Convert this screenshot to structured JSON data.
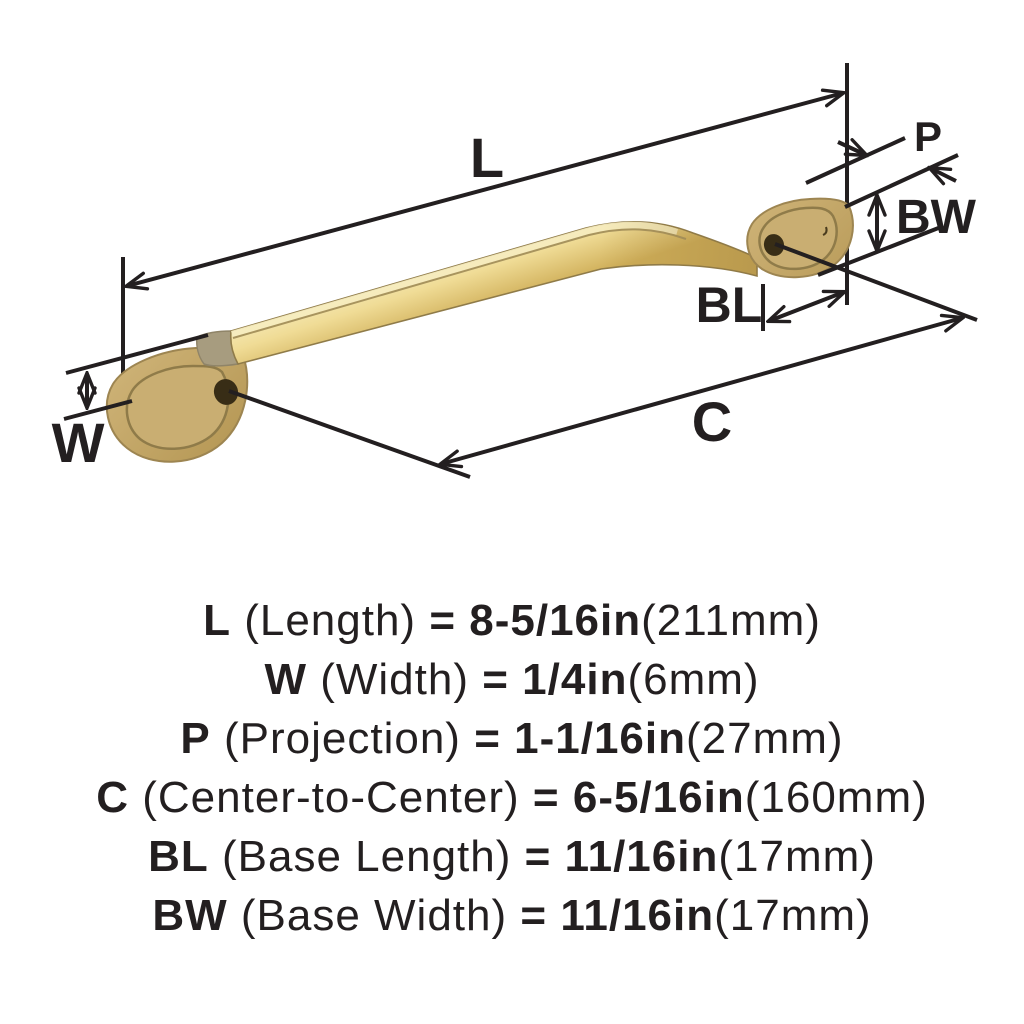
{
  "diagram": {
    "labels": {
      "l": "L",
      "w": "W",
      "p": "P",
      "c": "C",
      "bl": "BL",
      "bw": "BW"
    }
  },
  "specs": [
    {
      "abbr": "L",
      "desc": "(Length)",
      "eq": "=",
      "value": "8-5/16in",
      "metric": "(211mm)"
    },
    {
      "abbr": "W",
      "desc": "(Width)",
      "eq": "=",
      "value": "1/4in",
      "metric": "(6mm)"
    },
    {
      "abbr": "P",
      "desc": "(Projection)",
      "eq": "=",
      "value": "1-1/16in",
      "metric": "(27mm)"
    },
    {
      "abbr": "C",
      "desc": "(Center-to-Center)",
      "eq": "=",
      "value": "6-5/16in",
      "metric": "(160mm)"
    },
    {
      "abbr": "BL",
      "desc": "(Base Length)",
      "eq": "=",
      "value": "11/16in",
      "metric": "(17mm)"
    },
    {
      "abbr": "BW",
      "desc": "(Base Width)",
      "eq": "=",
      "value": "11/16in",
      "metric": "(17mm)"
    }
  ],
  "colors": {
    "line": "#231f20",
    "gold_highlight": "#f6ecc0",
    "gold_face": "#efd993",
    "gold_deep": "#c9a855",
    "base_gold": "#c3a76a",
    "edge_gold": "#8f7b49",
    "screw_hole": "#382d16"
  }
}
